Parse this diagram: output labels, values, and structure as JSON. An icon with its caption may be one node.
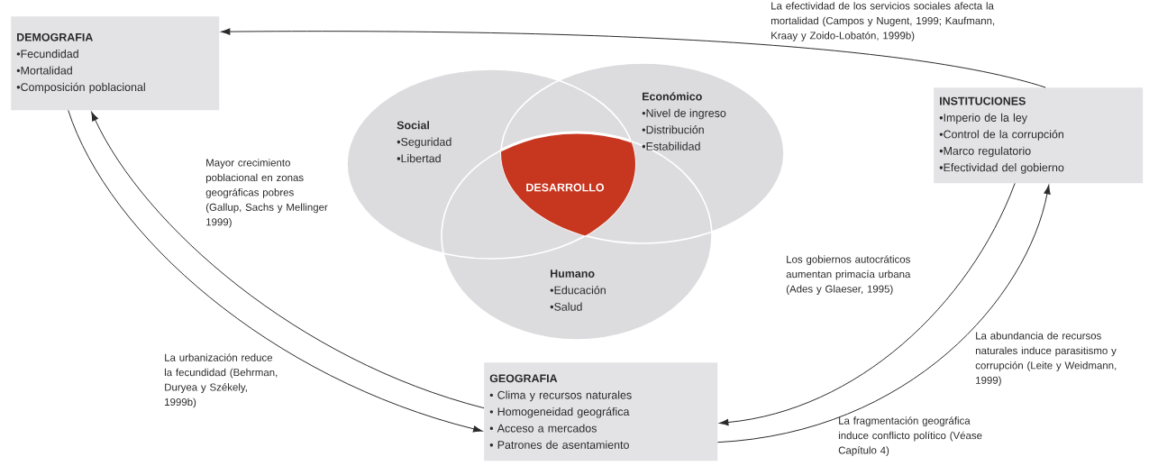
{
  "diagram": {
    "nodes": [
      {
        "text": [
          "DEMOGRAFIA",
          "•Fecundidad",
          "•Mortalidad",
          "•Composición poblacional"
        ]
      },
      {
        "text": [
          "INSTITUCIONES",
          "•Imperio de la ley",
          "•Control de la corrupción",
          "•Marco regulatorio",
          "•Efectividad del gobierno"
        ]
      },
      {
        "text": [
          "Social",
          "•Seguridad",
          "•Libertad"
        ]
      },
      {
        "text": [
          "Económico",
          "•Nivel de ingreso",
          "•Distribución",
          "•Estabilidad"
        ]
      },
      {
        "text": [
          "DESARROLLO"
        ]
      },
      {
        "text": [
          "Humano",
          "•Educación",
          "•Salud"
        ]
      },
      {
        "text": [
          "GEOGRAFIA",
          "• Clima y recursos naturales",
          "• Homogeneidad geográfica",
          "• Acceso a mercados",
          "• Patrones de asentamiento"
        ]
      }
    ],
    "edges": [
      {
        "from": 1,
        "to": 0,
        "arrow": "to",
        "label": "La efectividad de los servicios sociales afecta la mortalidad (Campos y Nugent, 1999; Kaufmann, Kraay y Zoido-Lobatón, 1999b)"
      },
      {
        "from": 0,
        "to": 6,
        "arrow": "to",
        "label": "La urbanización reduce la fecundidad (Behrman, Duryea y Székely, 1999b)"
      },
      {
        "from": 6,
        "to": 0,
        "arrow": "to",
        "label": "Mayor crecimiento poblacional en zonas geográficas pobres (Gallup, Sachs y Mellinger 1999)"
      },
      {
        "from": 1,
        "to": 6,
        "arrow": "to",
        "label": "Los gobiernos autocráticos aumentan primacía urbana (Ades y Glaeser, 1995)"
      },
      {
        "from": 6,
        "to": 1,
        "arrow": "to",
        "label": "La abundancia de recursos naturales induce parasitismo y corrupción (Leite y Weidmann, 1999)"
      }
    ],
    "labels": [
      "La fragmentación geográfica induce conflicto político (Véase Capítulo 4)"
    ]
  }
}
